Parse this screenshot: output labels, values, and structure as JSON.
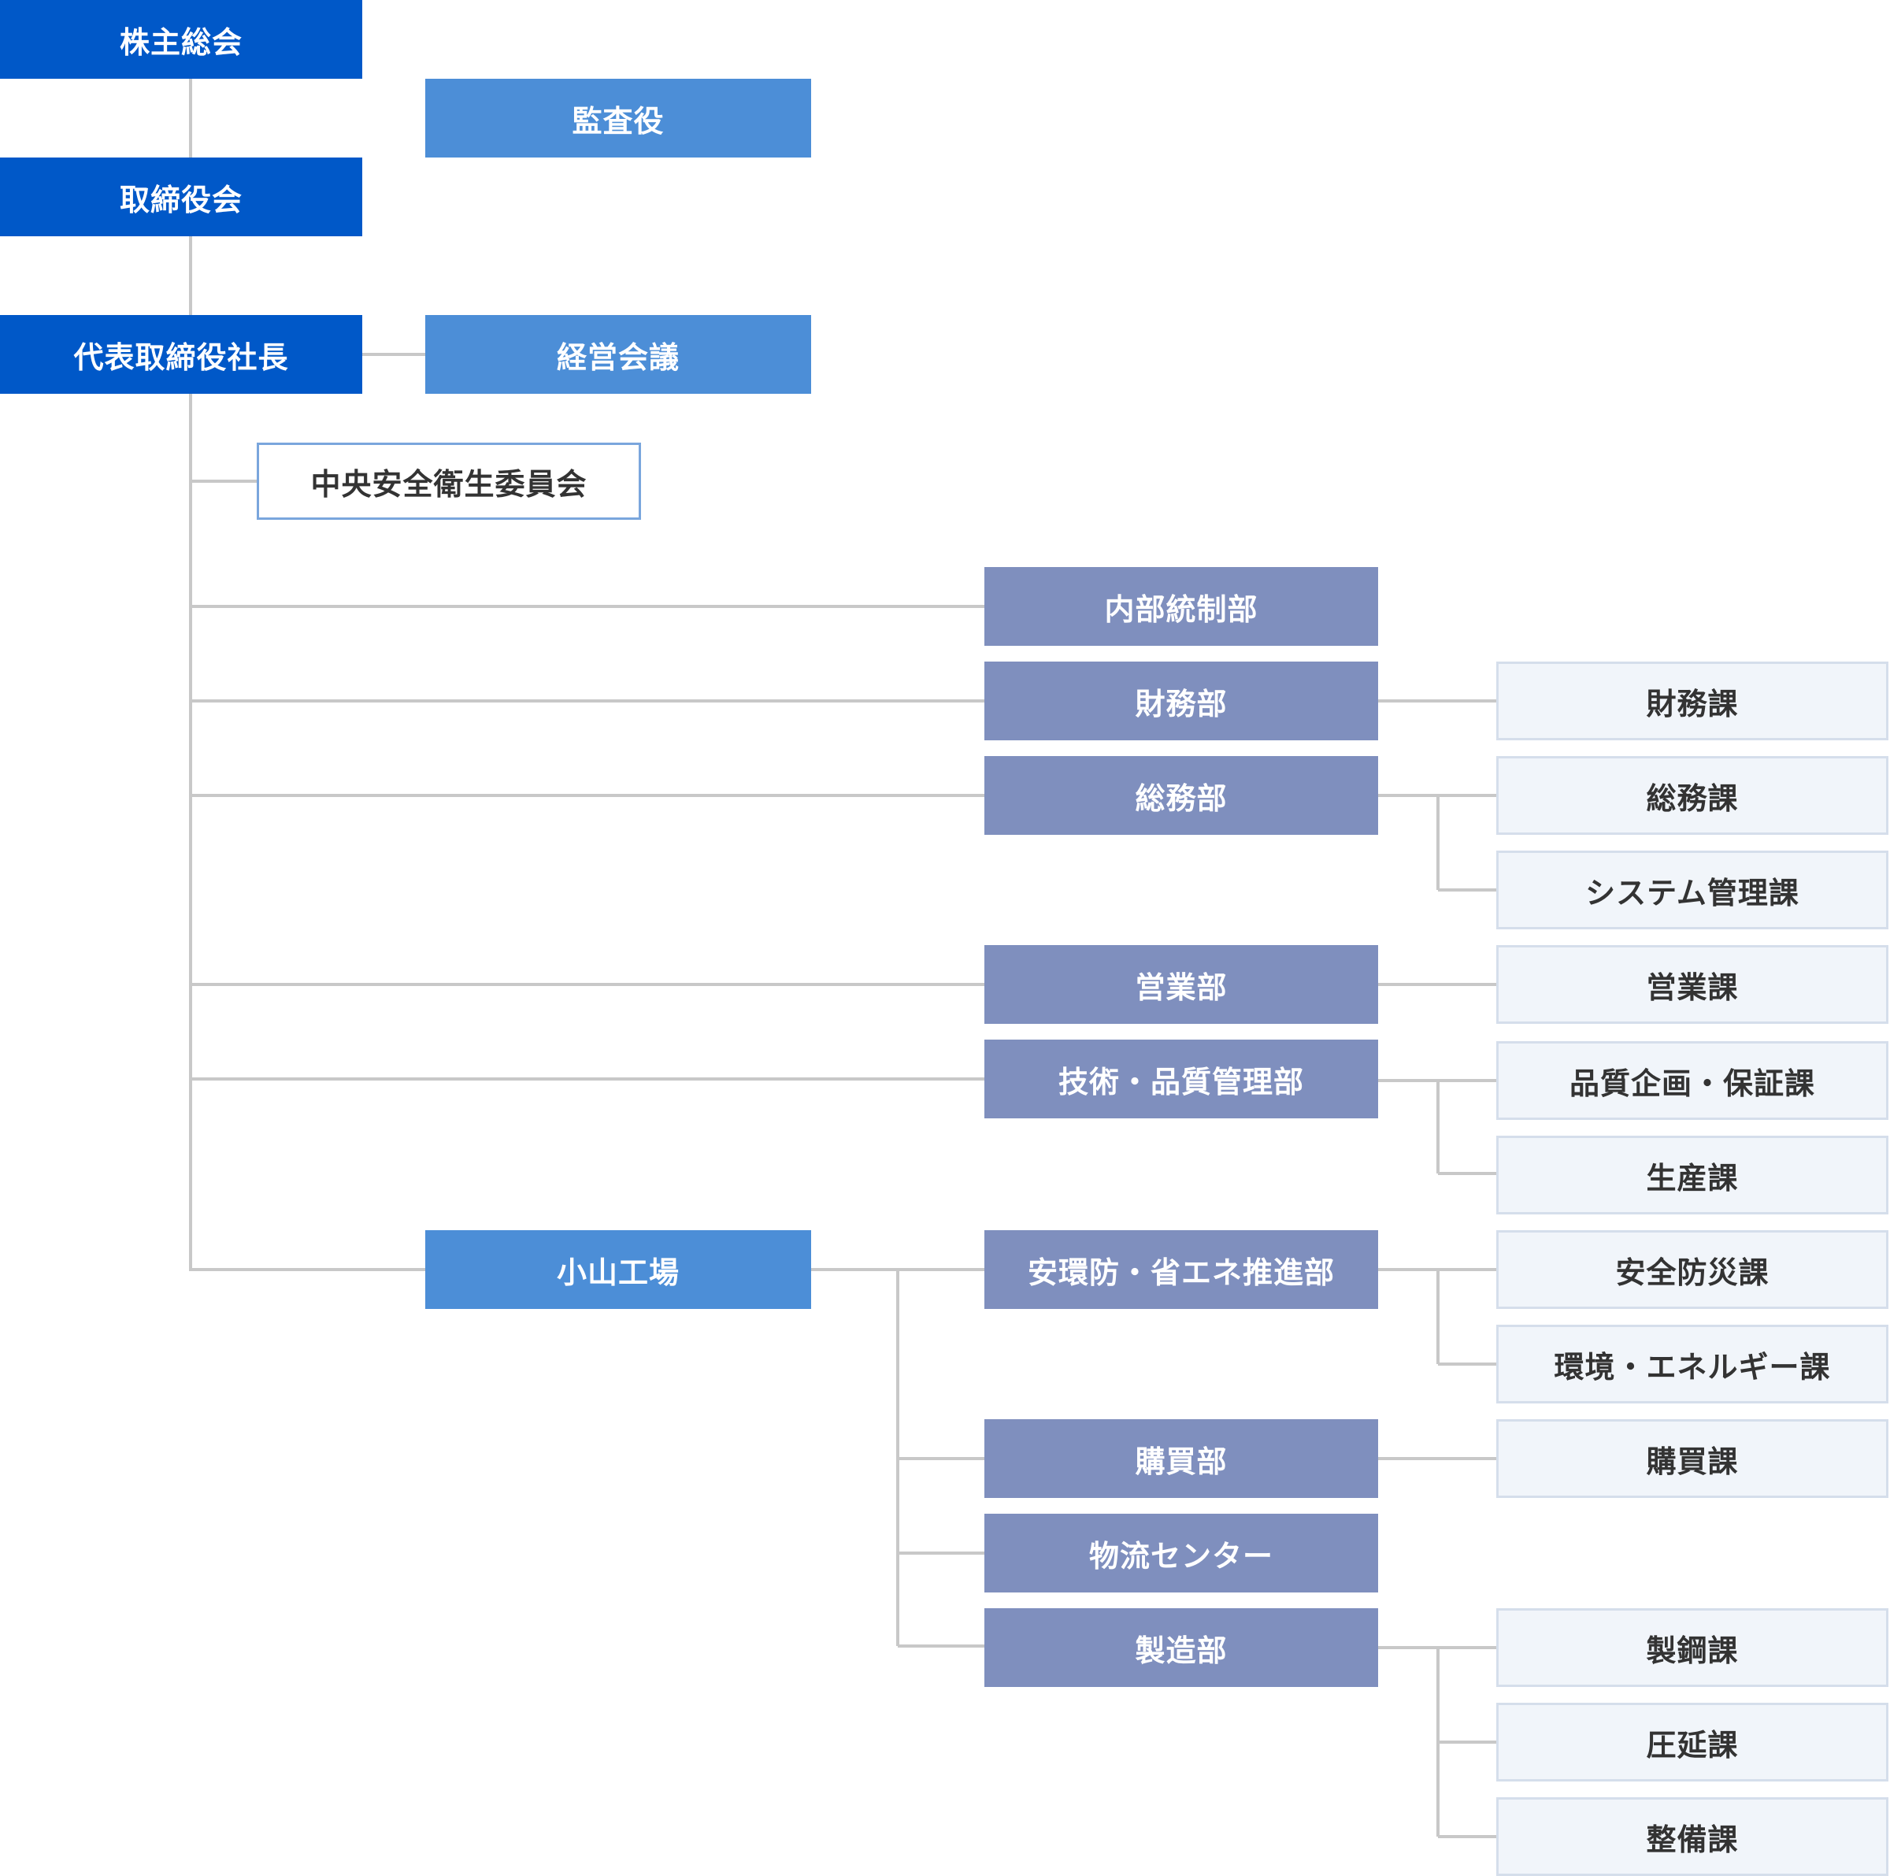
{
  "colors": {
    "top": "#0058c8",
    "mid": "#4c8ed7",
    "dept": "#7f8fbe",
    "section_bg": "#f1f5fa",
    "section_border": "#d5deeb",
    "committee_border": "#7aa6dd",
    "connector": "#c8c8c8"
  },
  "top": {
    "shareholders": "株主総会",
    "board": "取締役会",
    "president": "代表取締役社長"
  },
  "mid": {
    "auditor": "監査役",
    "mgmt_meeting": "経営会議",
    "oyama_plant": "小山工場"
  },
  "committee": "中央安全衛生委員会",
  "departments": {
    "internal_control": "内部統制部",
    "finance": "財務部",
    "general_affairs": "総務部",
    "sales": "営業部",
    "tech_quality": "技術・品質管理部",
    "safety_env": "安環防・省エネ推進部",
    "purchasing": "購買部",
    "logistics": "物流センター",
    "manufacturing": "製造部"
  },
  "sections": {
    "finance": "財務課",
    "general_affairs": "総務課",
    "system_mgmt": "システム管理課",
    "sales": "営業課",
    "quality_planning": "品質企画・保証課",
    "production": "生産課",
    "safety_disaster": "安全防災課",
    "env_energy": "環境・エネルギー課",
    "purchasing": "購買課",
    "steelmaking": "製鋼課",
    "rolling": "圧延課",
    "maintenance": "整備課"
  }
}
